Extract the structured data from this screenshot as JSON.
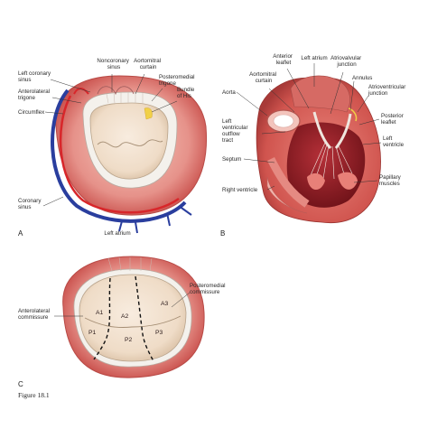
{
  "panel_a": {
    "letter": "A",
    "labels": {
      "noncoronary_sinus": [
        "Noncoronary",
        "sinus"
      ],
      "aortomitral_curtain": [
        "Aortomitral",
        "curtain"
      ],
      "left_coronary_sinus": [
        "Left coronary",
        "sinus"
      ],
      "posteromedial_trigone": [
        "Posteromedial",
        "trigone"
      ],
      "bundle_of_his": [
        "Bundle",
        "of His"
      ],
      "anterolateral_trigone": [
        "Anterolateral",
        "trigone"
      ],
      "circumflex": [
        "Circumflex"
      ],
      "coronary_sinus": [
        "Coronary",
        "sinus"
      ],
      "left_atrium": [
        "Left atrium"
      ]
    }
  },
  "panel_b": {
    "letter": "B",
    "labels": {
      "anterior_leaflet": [
        "Anterior",
        "leaflet"
      ],
      "left_atrium": [
        "Left atrium"
      ],
      "atriovalvular_junction": [
        "Atriovalvular",
        "junction"
      ],
      "aortomitral_curtain": [
        "Aortomitral",
        "curtain"
      ],
      "annulus": [
        "Annulus"
      ],
      "aorta": [
        "Aorta"
      ],
      "atrioventricular_junction": [
        "Atrioventricular",
        "junction"
      ],
      "lv_outflow_tract": [
        "Left",
        "ventricular",
        "outflow",
        "tract"
      ],
      "posterior_leaflet": [
        "Posterior",
        "leaflet"
      ],
      "left_ventricle": [
        "Left",
        "ventricle"
      ],
      "septum": [
        "Septum"
      ],
      "papillary_muscles": [
        "Papillary",
        "muscles"
      ],
      "right_ventricle": [
        "Right ventricle"
      ]
    }
  },
  "panel_c": {
    "letter": "C",
    "labels": {
      "posteromedial_commissure": [
        "Posteromedial",
        "commissure"
      ],
      "anterolateral_commissure": [
        "Anterolateral",
        "commissure"
      ]
    },
    "segments": [
      "A1",
      "A2",
      "A3",
      "P1",
      "P2",
      "P3"
    ]
  },
  "figure_caption": "Figure 18.1",
  "colors": {
    "tissue_outer": "#e28882",
    "tissue_dark": "#c9504c",
    "leaflet": "#f2e3d2",
    "leaflet_edge": "#b9a48c",
    "vessel_red": "#d8262a",
    "vessel_blue": "#2a3e9e",
    "nerve_yellow": "#f1d048",
    "lv_cavity": "#8f1c22"
  }
}
